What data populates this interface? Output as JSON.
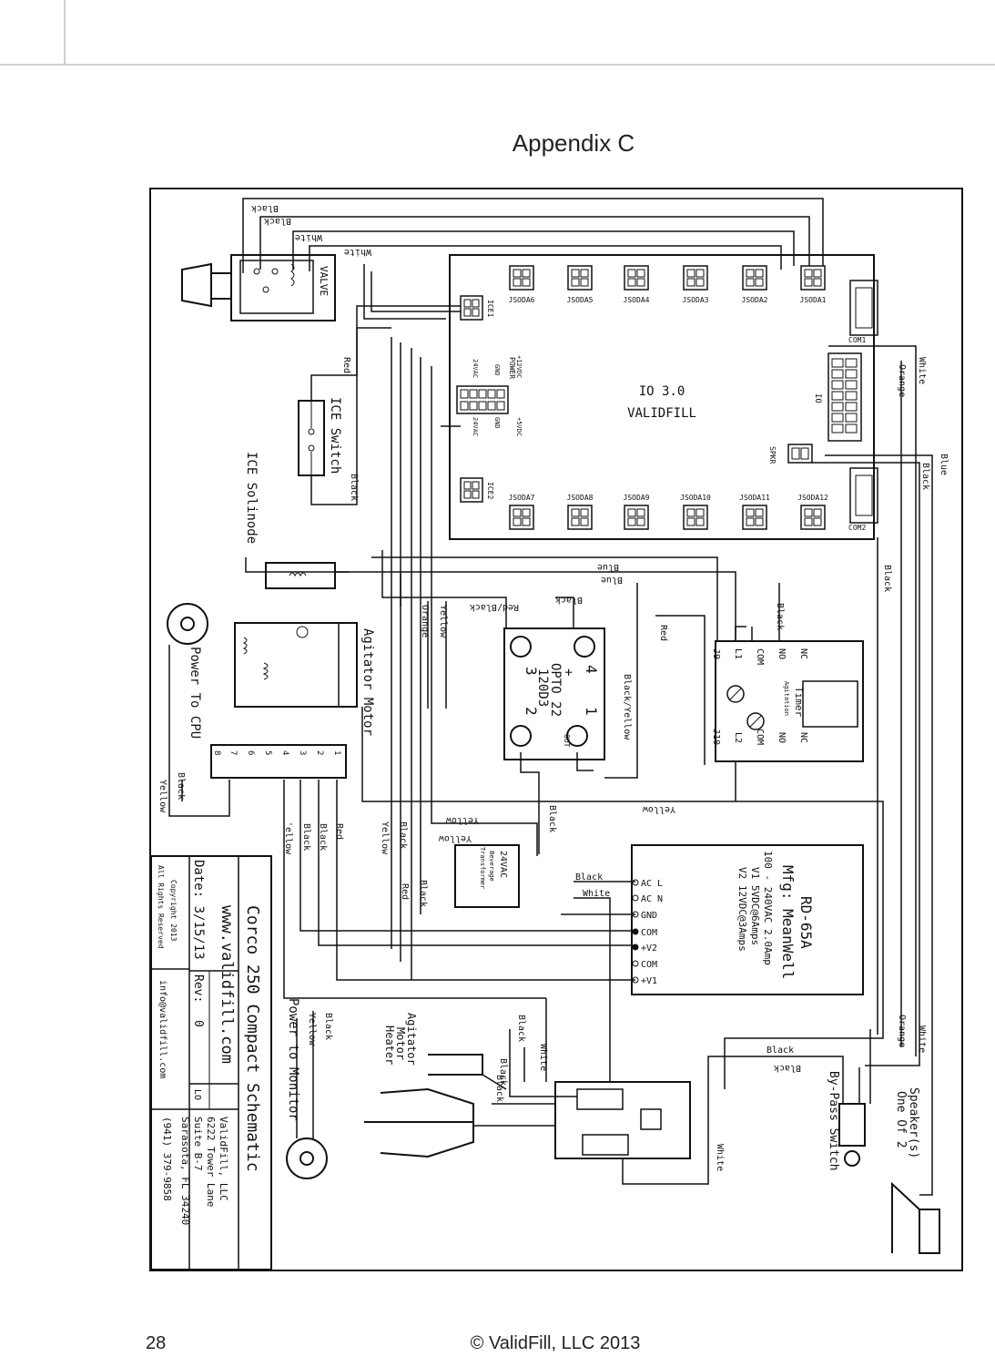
{
  "header": {
    "title": "Appendix C"
  },
  "footer": {
    "page_number": "28",
    "copyright": "© ValidFill, LLC 2013"
  },
  "board": {
    "name_line1": "IO 3.0",
    "name_line2": "VALIDFILL",
    "connectors_top": [
      "JSODA6",
      "JSODA5",
      "JSODA4",
      "JSODA3",
      "JSODA2",
      "JSODA1"
    ],
    "connectors_bottom": [
      "JSODA7",
      "JSODA8",
      "JSODA9",
      "JSODA10",
      "JSODA11",
      "JSODA12"
    ],
    "ice1": "ICE1",
    "ice2": "ICE2",
    "com1": "COM1",
    "com2": "COM2",
    "io": "IO",
    "spkr": "SPKR",
    "power_label": "POWER",
    "power_pins": [
      "+12VDC",
      "GND",
      "+5VDC",
      "24VAC",
      "GND",
      "24VAC"
    ]
  },
  "valve": {
    "label": "VALVE"
  },
  "ice_switch": {
    "label": "ICE Switch"
  },
  "ice_solenoid": {
    "label": "ICE Solinode"
  },
  "power_cpu": {
    "label": "Power To CPU"
  },
  "agitator_motor": {
    "label": "Agitator Motor"
  },
  "opto": {
    "line1": "OPTO 22",
    "line2": "120D3",
    "pin1": "1",
    "pin2": "2",
    "pin3": "3",
    "pin4": "4",
    "plus": "+",
    "out": "OUT"
  },
  "timer": {
    "title": "Timer",
    "subtitle": "Agitation",
    "left_pins": [
      "NC",
      "NO",
      "COM",
      "L1",
      "J9"
    ],
    "right_pins": [
      "NC",
      "NO",
      "COM",
      "L2",
      "J10"
    ]
  },
  "terminal_block": {
    "pins": [
      "8",
      "7",
      "6",
      "5",
      "4",
      "3",
      "2",
      "1"
    ]
  },
  "transformer": {
    "line1": "24VAC",
    "line2": "Beverage",
    "line3": "Transformer"
  },
  "power_supply": {
    "model": "RD-65A",
    "mfg": "Mfg: MeanWell",
    "line1": "100 - 240VAC 2.0Amp",
    "line2": "V1 5VDC@6Amps",
    "line3": "V2 12VDC@3Amps",
    "terminals": [
      "AC L",
      "AC N",
      "GND",
      "COM",
      "+V2",
      "COM",
      "+V1"
    ]
  },
  "power_monitor": {
    "label": "Power to Monitor"
  },
  "heater": {
    "line1": "Agitator",
    "line2": "Motor",
    "line3": "Heater"
  },
  "speaker": {
    "line1": "Speaker(s)",
    "line2": "One Of 2"
  },
  "bypass": {
    "label": "By-Pass Switch"
  },
  "title_block": {
    "title": "Corco 250 Compact Schematic",
    "website": "www.validfill.com",
    "date": "Date: 3/15/13",
    "rev": "Rev:",
    "rev_value": "0",
    "sheet": "LO",
    "copyright_line1": "Copyright 2013",
    "copyright_line2": "All Rights Reserved",
    "email": "info@validfill.com",
    "company": "ValidFill, LLC",
    "address1": "6222 Tower Lane",
    "address2": "Suite B-7",
    "address3": "Sarasota, FL 34240",
    "phone": "(941) 379-9858"
  },
  "wire_labels": {
    "black": "Black",
    "white": "White",
    "red": "Red",
    "blue": "Blue",
    "yellow": "Yellow",
    "orange": "Orange",
    "red_black": "Red/Black",
    "black_yellow": "Black/Yellow",
    "yellow_lc": "Yellow",
    "yellow_alt": "'ellow"
  }
}
